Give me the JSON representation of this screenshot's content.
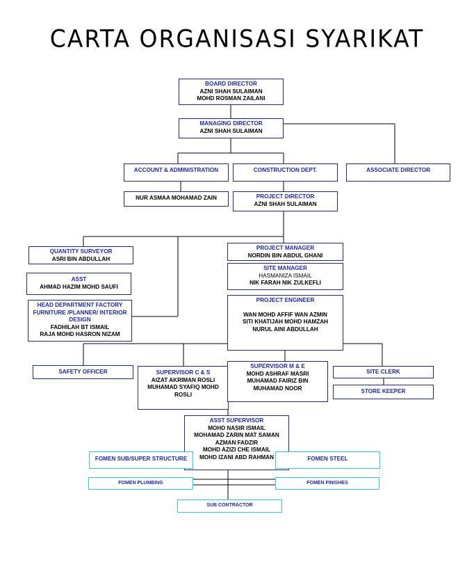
{
  "title": "CARTA ORGANISASI SYARIKAT",
  "board": {
    "heading": "BOARD DIRECTOR",
    "names": [
      "AZNI SHAH SULAIMAN",
      "MOHD ROSMAN ZAILANI"
    ]
  },
  "md": {
    "heading": "MANAGING DIRECTOR",
    "names": [
      "AZNI SHAH SULAIMAN"
    ]
  },
  "account": {
    "heading": "ACCOUNT & ADMINISTRATION"
  },
  "account_staff": {
    "names": [
      "NUR ASMAA MOHAMAD ZAIN"
    ]
  },
  "construction": {
    "heading": "CONSTRUCTION DEPT."
  },
  "associate": {
    "heading": "ASSOCIATE DIRECTOR"
  },
  "pd": {
    "heading": "PROJECT DIRECTOR",
    "names": [
      "AZNI SHAH SULAIMAN"
    ]
  },
  "qs": {
    "heading": "QUANTITY SURVEYOR",
    "names": [
      "ASRI BIN ABDULLAH"
    ]
  },
  "asst": {
    "heading": "ASST",
    "names": [
      "AHMAD HAZIM MOHD SAUFI"
    ]
  },
  "hod": {
    "heading_lines": [
      "HEAD DEPARTMENT FACTORY",
      "FURNITURE /PLANNER/ INTERIOR",
      "DESIGN"
    ],
    "names": [
      "FADHILAH BT ISMAIL",
      "RAJA MOHD HASRON NIZAM"
    ]
  },
  "pm": {
    "heading": "PROJECT MANAGER",
    "names": [
      "NORDIN BIN ABDUL GHANI"
    ]
  },
  "sm": {
    "heading": "SITE MANAGER",
    "names": [
      "HASMANIZA ISMAIL",
      "NIK FARAH NIK ZULKEFLI"
    ]
  },
  "pe": {
    "heading": "PROJECT ENGINEER",
    "names": [
      "WAN MOHD AFFIF WAN AZMIN",
      "SITI KHATIJAH MOHD HAMZAH",
      "NURUL AINI ABDULLAH"
    ]
  },
  "safety": {
    "heading": "SAFETY OFFICER"
  },
  "sup_cs": {
    "heading": "SUPERVISOR C & S",
    "names": [
      "AIZAT AKRIMAN ROSLI",
      "MUHAMAD SYAFIQ MOHD",
      "ROSLI"
    ]
  },
  "sup_me": {
    "heading": "SUPERVISOR M & E",
    "names": [
      "MOHD ASHRAF MASRI",
      "MUHAMAD FAIRIZ BIN",
      "MUHAMAD NOOR"
    ]
  },
  "site_clerk": {
    "heading": "SITE CLERK"
  },
  "store": {
    "heading": "STORE KEEPER"
  },
  "asst_sup": {
    "heading": "ASST SUPERVISOR",
    "names": [
      "MOHD NASIR ISMAIL",
      "MOHAMAD ZARIN MAT SAMAN",
      "AZMAN FADZIR",
      "MOHD AZIZI CHE ISMAIL",
      "MOHD IZANI ABD RAHMAN"
    ]
  },
  "fomen_sub": {
    "heading": "FOMEN SUB/SUPER STRUCTURE"
  },
  "fomen_steel": {
    "heading": "FOMEN STEEL"
  },
  "fomen_plumbing": {
    "heading": "FOMEN PLUMBING"
  },
  "fomen_finishes": {
    "heading": "FOMEN FINISHES"
  },
  "sub_contractor": {
    "heading": "SUB CONTRACTOR"
  }
}
